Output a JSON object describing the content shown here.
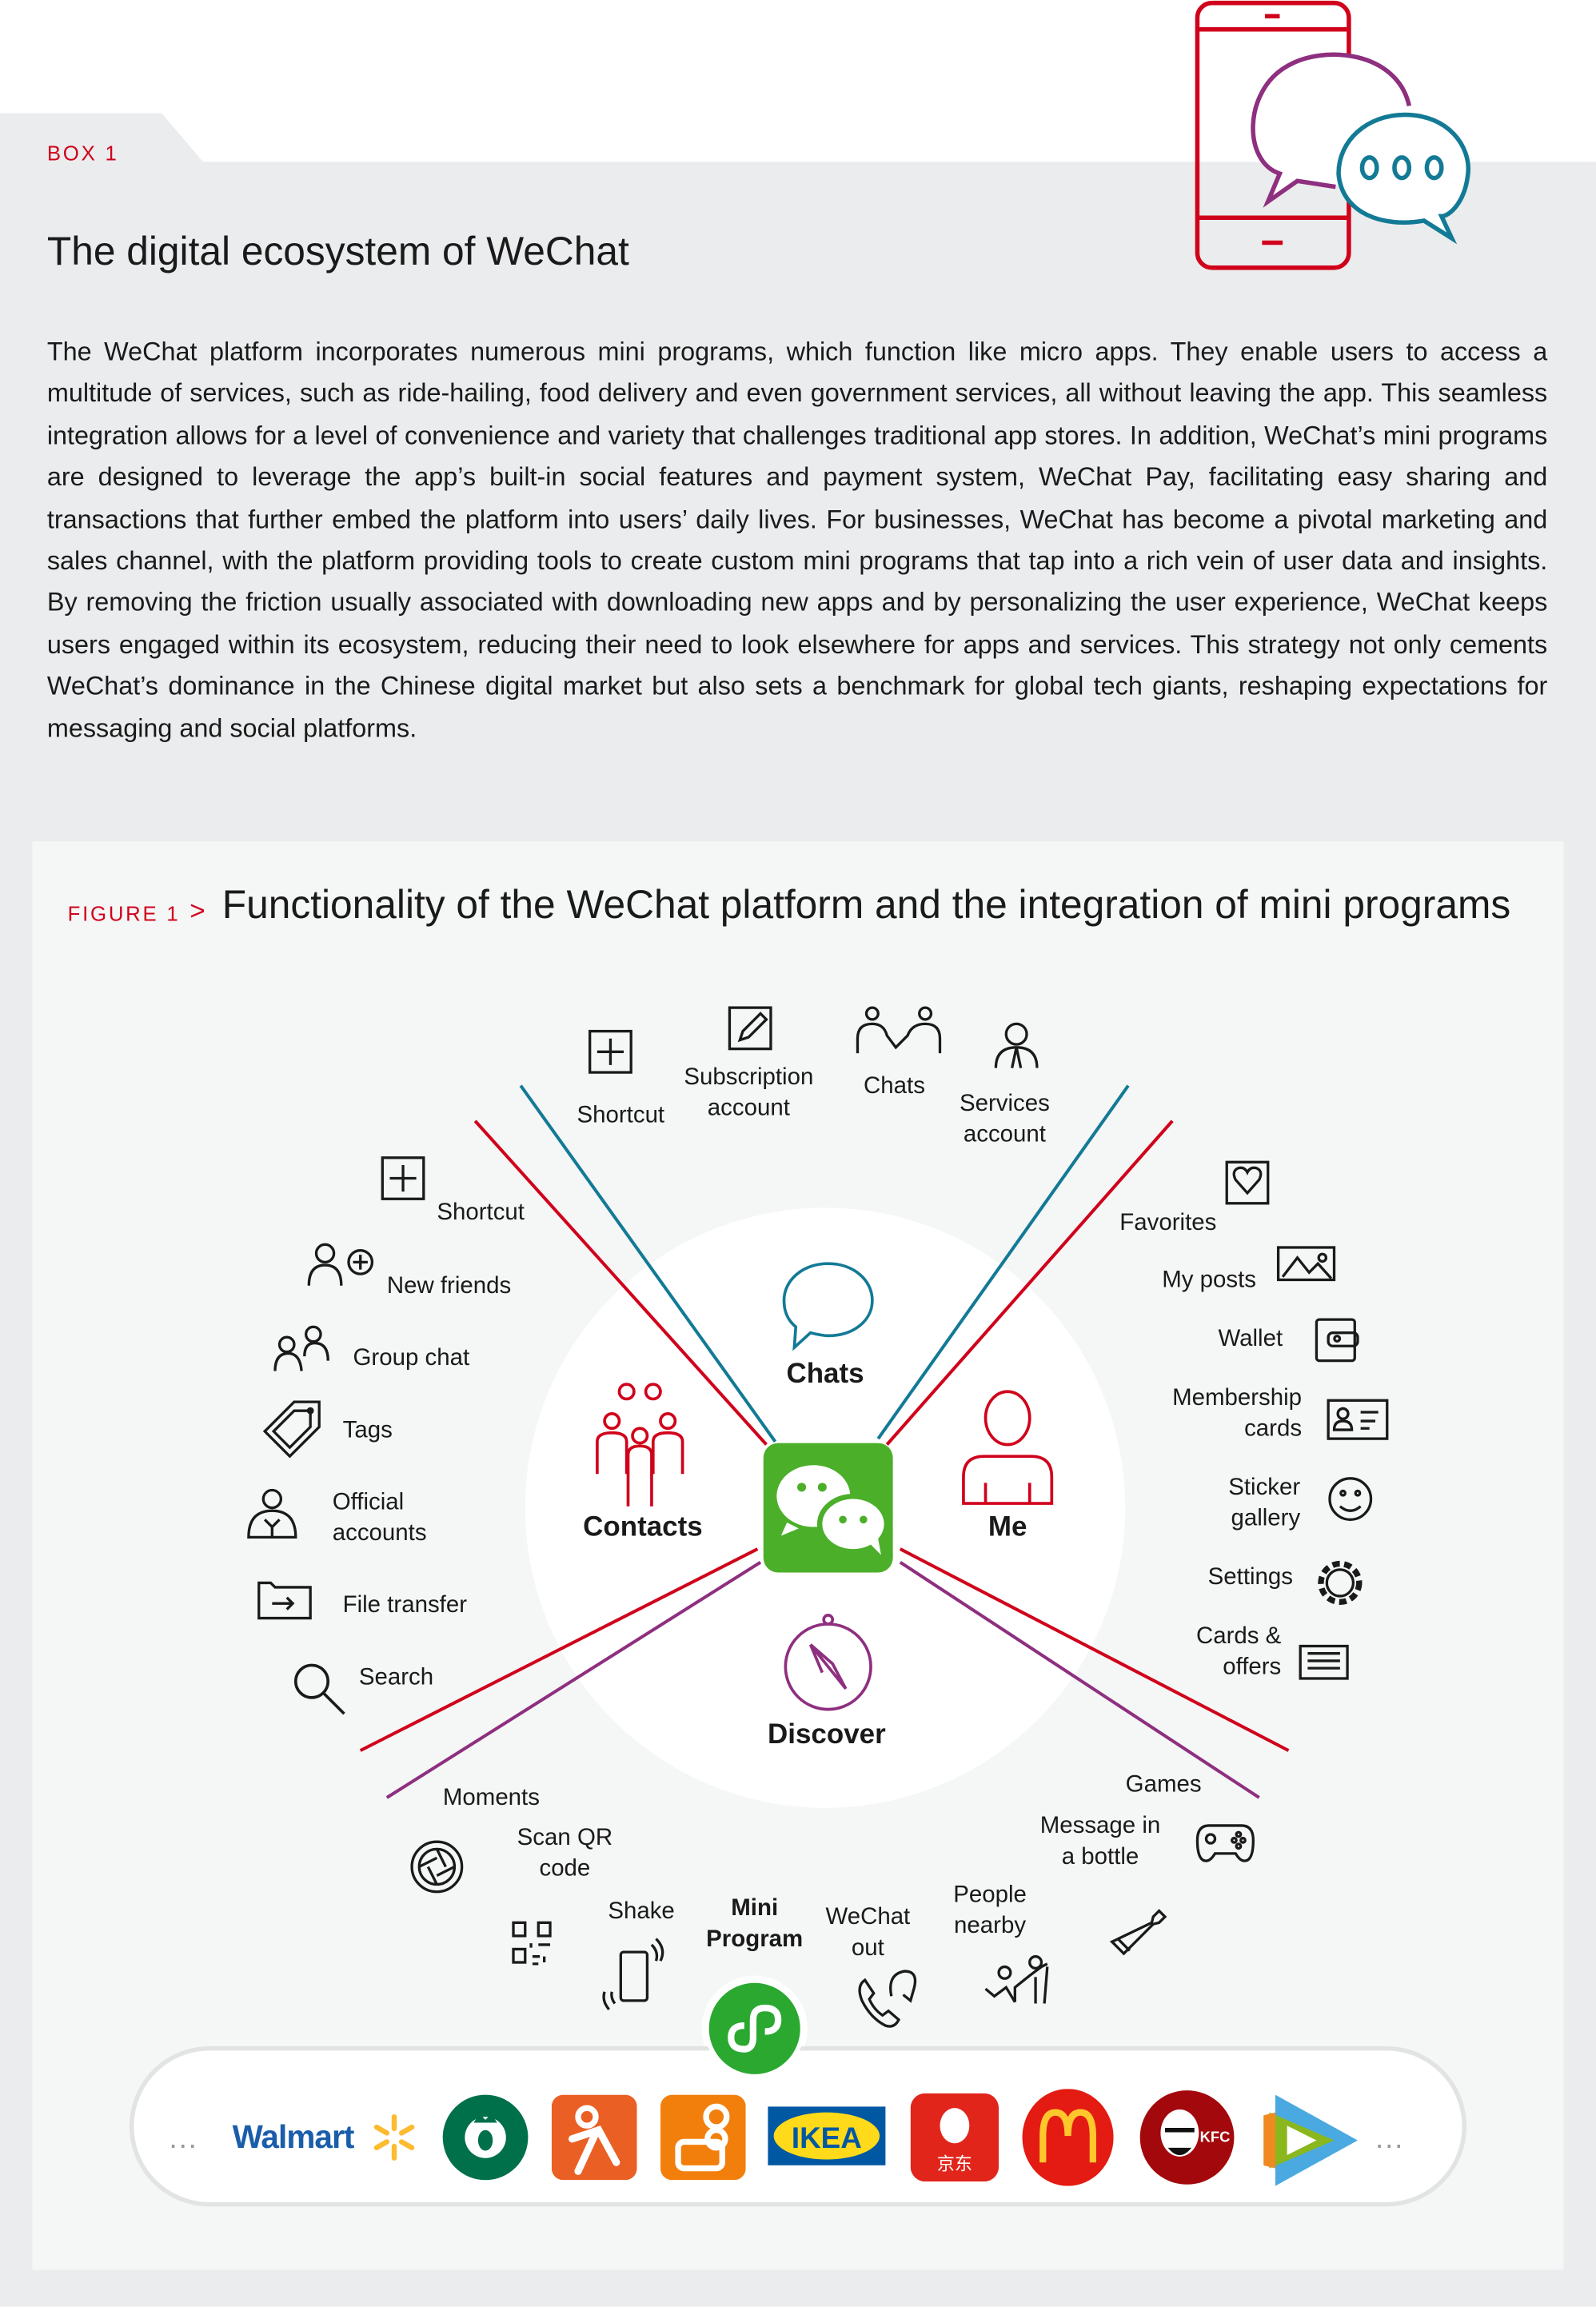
{
  "box": {
    "label": "BOX 1",
    "title": "The digital ecosystem of WeChat",
    "body": "The WeChat platform incorporates numerous mini programs, which function like micro apps. They enable users to access a multitude of services, such as ride-hailing, food delivery and even government services, all without leaving the app. This seamless integration allows for a level of convenience and variety that challenges traditional app stores. In addition, WeChat’s mini programs are designed to leverage the app’s built-in social features and payment system, WeChat Pay, facilitating easy sharing and transactions that further embed the platform into users’ daily lives. For businesses, WeChat has become a pivotal marketing and sales channel, with the platform providing tools to create custom mini programs that tap into a rich vein of user data and insights. By removing the friction usually associated with downloading new apps and by personalizing the user experience, WeChat keeps users engaged within its ecosys­tem, reducing their need to look elsewhere for apps and services. This strategy not only cements WeChat’s dominance in the Chinese digital market but also sets a benchmark for global tech giants, reshaping expectations for messaging and social platforms."
  },
  "figure": {
    "label": "FIGURE 1",
    "chevron": ">",
    "title": "Functionality of the WeChat platform and the integration of mini programs",
    "hubs": {
      "chats": "Chats",
      "contacts": "Contacts",
      "me": "Me",
      "discover": "Discover"
    },
    "chats_items": [
      "Shortcut",
      "Subscription account",
      "Chats",
      "Services account"
    ],
    "contacts_items": [
      "Shortcut",
      "New friends",
      "Group chat",
      "Tags",
      "Official accounts",
      "File transfer",
      "Search"
    ],
    "me_items": [
      "Favorites",
      "My posts",
      "Wallet",
      "Membership cards",
      "Sticker gallery",
      "Settings",
      "Cards & offers"
    ],
    "discover_items": [
      "Moments",
      "Scan QR code",
      "Shake",
      "WeChat out",
      "People nearby",
      "Message in a bottle",
      "Games"
    ],
    "mini_program": "Mini Program",
    "logos": [
      "Walmart",
      "Starbucks",
      "Dianping",
      "Kuaishou",
      "IKEA",
      "JD 京东",
      "McDonald's",
      "KFC",
      "Tencent Video"
    ],
    "ellipsis": "...",
    "colors": {
      "red": "#d0021b",
      "teal": "#137a96",
      "purple": "#8e2f7f",
      "green": "#4caf2a"
    }
  }
}
